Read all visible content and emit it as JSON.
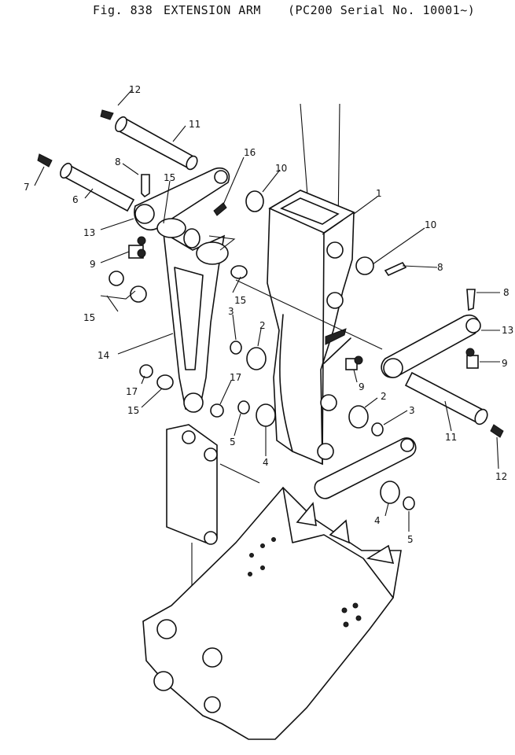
{
  "title": {
    "fig": "Fig. 838",
    "name": "EXTENSION ARM",
    "serial": "(PC200 Serial No. 10001~)"
  },
  "callouts": [
    "1",
    "2",
    "3",
    "4",
    "5",
    "6",
    "7",
    "8",
    "9",
    "10",
    "11",
    "12",
    "13",
    "14",
    "15",
    "16",
    "17"
  ]
}
